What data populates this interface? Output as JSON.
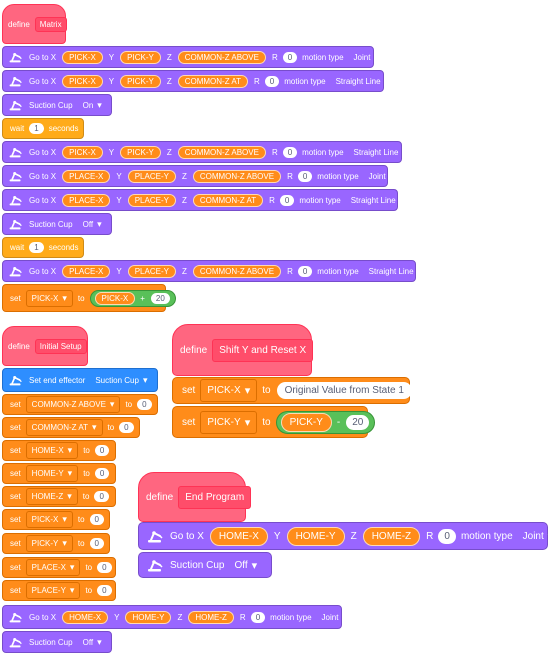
{
  "labels": {
    "define": "define",
    "go_to_x": "Go to X",
    "y": "Y",
    "z": "Z",
    "r": "R",
    "motion_type": "motion type",
    "suction_cup": "Suction Cup",
    "wait": "wait",
    "seconds": "seconds",
    "set": "set",
    "to": "to",
    "plus": "+",
    "minus": "-",
    "set_end_effector": "Set end effector"
  },
  "procedures": {
    "matrix": "Matrix",
    "initial_setup": "Initial Setup",
    "shift_reset": "Shift Y and Reset X",
    "end_program": "End Program"
  },
  "vars": {
    "pick_x": "PICK-X",
    "pick_y": "PICK-Y",
    "place_x": "PLACE-X",
    "place_y": "PLACE-Y",
    "home_x": "HOME-X",
    "home_y": "HOME-Y",
    "home_z": "HOME-Z",
    "common_z_above": "COMMON-Z ABOVE",
    "common_z_at": "COMMON-Z AT"
  },
  "options": {
    "joint": "Joint",
    "straight_line": "Straight Line",
    "on": "On",
    "off": "Off",
    "suction_cup": "Suction Cup"
  },
  "values": {
    "r": "0",
    "wait": "1",
    "twenty": "20",
    "zero": "0",
    "original_value": "Original Value from State 1"
  },
  "colors": {
    "motion": "#9966ff",
    "control": "#ffab19",
    "variable": "#ff8c1a",
    "define": "#ff6680",
    "operator": "#59c059",
    "end_effector": "#2e8eff"
  },
  "icons": {
    "robot_arm": "robot-arm-icon"
  }
}
